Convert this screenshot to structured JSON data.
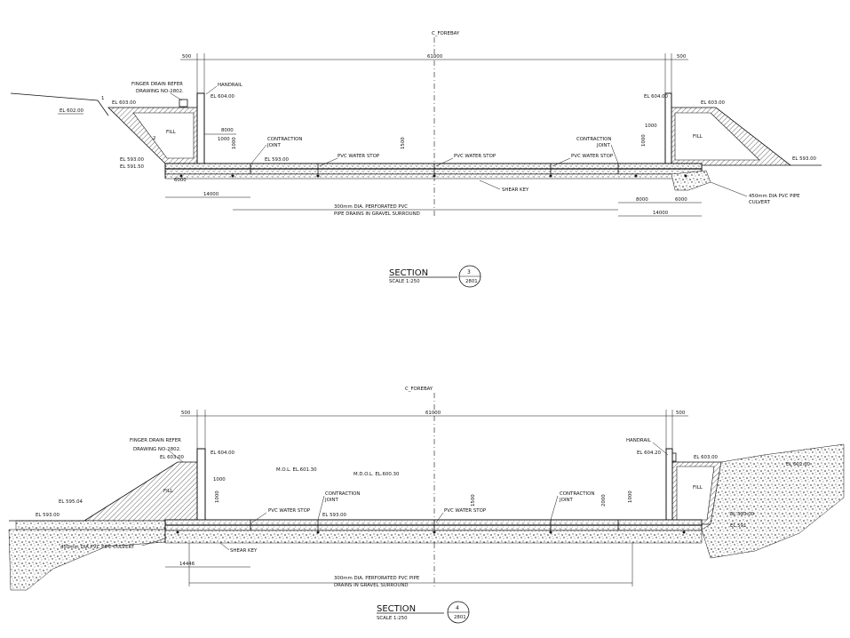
{
  "section3": {
    "centerline": "C_FOREBAY",
    "dim_left": "500",
    "dim_total": "61000",
    "dim_right": "500",
    "finger_drain_1": "FINGER DRAIN REFER",
    "finger_drain_2": "DRAWING NO-2802.",
    "handrail": "HANDRAIL",
    "el_left_top": "EL 604.00",
    "el_right_top": "EL 604.00",
    "el_left_ground": "EL 602.00",
    "el_left_bank": "EL 603.00",
    "el_right_bank": "EL 603.00",
    "fill_left": "FILL",
    "fill_right": "FILL",
    "slope_1": "1",
    "slope_2": "2",
    "dim_8000": "8000",
    "dim_1000_a": "1000",
    "dim_1000_b": "1000",
    "dim_1000_c": "1000",
    "dim_1000_d": "1000",
    "dim_1500": "1500",
    "contraction_left_1": "CONTRACTION",
    "contraction_left_2": "JOINT",
    "contraction_right_1": "CONTRACTION",
    "contraction_right_2": "JOINT",
    "el_floor": "EL 593.00",
    "el_left_593": "EL 593.00",
    "el_left_591": "EL 591.50",
    "el_right_593": "EL 593.00",
    "water_stop_1": "PVC WATER STOP",
    "water_stop_2": "PVC WATER STOP",
    "water_stop_3": "PVC WATER STOP",
    "shear_key": "SHEAR KEY",
    "pipe_culvert_1": "450mm DIA PVC PIPE",
    "pipe_culvert_2": "CULVERT",
    "dim_14000_left": "14000",
    "dim_14000_right": "14000",
    "dim_8000_b": "8000",
    "dim_6000": "6000",
    "dim_6000_left": "6000",
    "pipe_note_1": "300mm DIA. PERFORATED PVC",
    "pipe_note_2": "PIPE DRAINS IN GRAVEL SURROUND",
    "title": "SECTION",
    "scale": "SCALE 1:250",
    "number": "3",
    "sheet": "2801"
  },
  "section4": {
    "centerline": "C_FOREBAY",
    "dim_left": "500",
    "dim_total": "61000",
    "dim_right": "500",
    "finger_drain_1": "FINGER DRAIN REFER",
    "finger_drain_2": "DRAWING NO-2802.",
    "handrail": "HANDRAIL",
    "el_left_top": "EL 604.00",
    "el_right_top": "EL 604.20",
    "el_left_bank": "EL 603.00",
    "el_right_bank": "EL 603.00",
    "el_right_ground": "EL 602.30",
    "el_left_595": "EL 595.04",
    "el_left_593": "EL 593.00",
    "el_right_593": "EL 593.00",
    "el_right_591": "EL 591",
    "fill_left": "FILL",
    "fill_right": "FILL",
    "mol": "M.O.L. EL.601.30",
    "mdol": "M.D.O.L. EL.600.30",
    "dim_1000_a": "1000",
    "dim_1000_b": "1000",
    "dim_1000_c": "1000",
    "dim_1500": "1500",
    "dim_2000": "2000",
    "contraction_left_1": "CONTRACTION",
    "contraction_left_2": "JOINT",
    "contraction_right_1": "CONTRACTION",
    "contraction_right_2": "JOINT",
    "el_floor": "EL 593.00",
    "water_stop_1": "PVC WATER STOP",
    "water_stop_2": "PVC WATER STOP",
    "pipe_culvert": "450mm DIA PVC PIPE CULVERT",
    "shear_key": "SHEAR KEY",
    "dim_14446": "14446",
    "pipe_note_1": "300mm DIA. PERFORATED PVC PIPE",
    "pipe_note_2": "DRAINS IN GRAVEL SURROUND",
    "title": "SECTION",
    "scale": "SCALE 1:250",
    "number": "4",
    "sheet": "2801"
  }
}
